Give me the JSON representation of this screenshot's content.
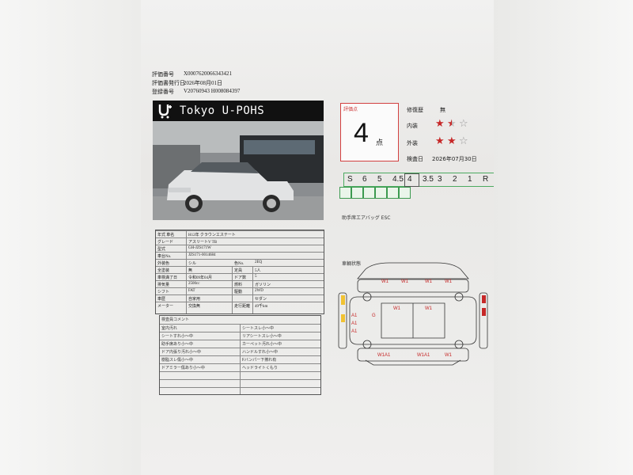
{
  "header": {
    "rows": [
      {
        "label": "評価番号",
        "value": "X0007620066343421"
      },
      {
        "label": "評価書発行日",
        "value": "2026年08月01日"
      },
      {
        "label": "登録番号",
        "value": "V20760943 H008084397"
      }
    ]
  },
  "brand": {
    "name": "Tokyo U-POHS"
  },
  "spec_table": {
    "rows": [
      {
        "l1": "年式 車名",
        "v1": "H12年 クラウンエステート",
        "l2": "",
        "v2": ""
      },
      {
        "l1": "グレード",
        "v1": "アスリートV TB",
        "l2": "",
        "v2": ""
      },
      {
        "l1": "型式",
        "v1": "GH-JZS171W",
        "l2": "",
        "v2": ""
      },
      {
        "l1": "車台No.",
        "v1": "JZS171-0014684",
        "l2": "",
        "v2": ""
      },
      {
        "l1": "外装色",
        "v1": "シル",
        "l2": "色No.",
        "v2": "2EQ"
      },
      {
        "l1": "全塗装",
        "v1": "無",
        "l2": "定員",
        "v2": "5人"
      },
      {
        "l1": "車検満了日",
        "v1": "令和09年04月",
        "l2": "ドア数",
        "v2": "5"
      },
      {
        "l1": "排気量",
        "v1": "2500cc",
        "l2": "燃料",
        "v2": "ガソリン"
      },
      {
        "l1": "シフト",
        "v1": "FAT",
        "l2": "駆動",
        "v2": "2WD"
      },
      {
        "l1": "車歴",
        "v1": "自家用",
        "l2": "",
        "v2": "セダン"
      },
      {
        "l1": "メーター",
        "v1": "交換無",
        "l2": "走行距離",
        "v2": "49千km"
      }
    ]
  },
  "notes": {
    "title": "検査員コメント",
    "left": [
      "室内汚れ",
      "シートすれ小〜中",
      "助手席あり小〜中",
      "ドア内張り汚れ小〜中",
      "樹脂スレ傷小〜中",
      "ドアミラー傷あり小〜中"
    ],
    "right": [
      "シートスレ小〜中",
      "リアシートスレ小〜中",
      "カーペット汚れ小〜中",
      "ハンドルすれ小〜中",
      "Fバンパー下擦れ有",
      "ヘッドライトくもり"
    ]
  },
  "score": {
    "label": "評価点",
    "value": "4",
    "unit": "点"
  },
  "ratings": {
    "history": {
      "label": "修復歴",
      "value": "無"
    },
    "interior": {
      "label": "内装",
      "stars": 1.5,
      "max": 3
    },
    "exterior": {
      "label": "外装",
      "stars": 2,
      "max": 3
    },
    "inspection": {
      "label": "検査日",
      "value": "2026年07月30日"
    }
  },
  "grade_scale": {
    "grades": [
      "S",
      "6",
      "5",
      "4.5",
      "4",
      "3.5",
      "3",
      "2",
      "1",
      "R"
    ],
    "selected": "4"
  },
  "equipment_note": "助手席エアバッグ ESC",
  "diagram": {
    "title": "車輌状態",
    "marks": [
      "W1",
      "W1",
      "W1",
      "W1",
      "W1",
      "A1",
      "A1",
      "A1",
      "G",
      "W1",
      "W1A1",
      "W1A1",
      "W1"
    ]
  },
  "colors": {
    "accent_red": "#c62828",
    "accent_green": "#4caa60"
  }
}
